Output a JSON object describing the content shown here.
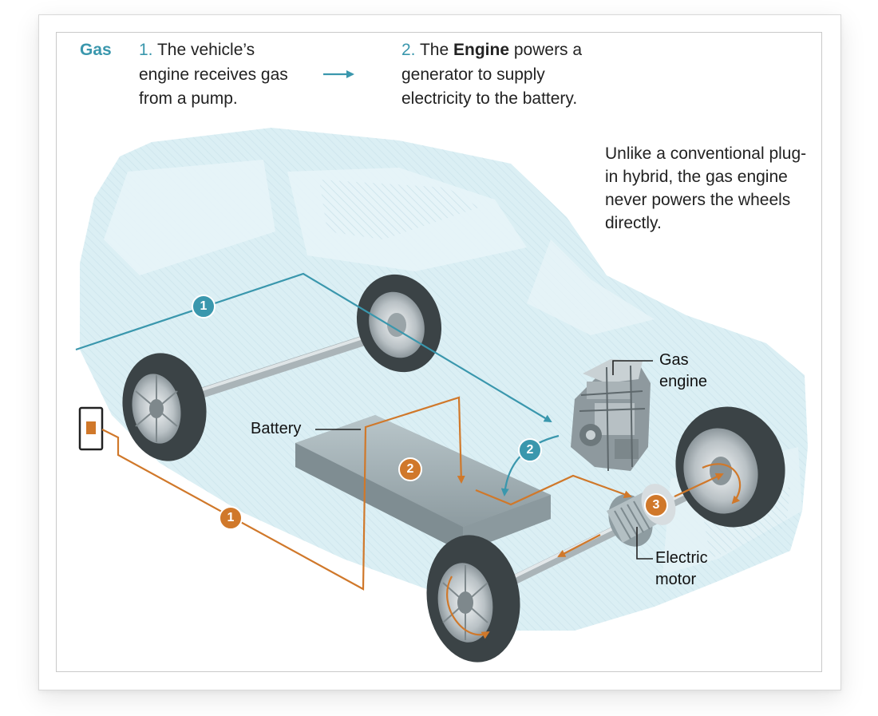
{
  "header": {
    "category": "Gas",
    "step1": {
      "number": "1.",
      "text": "The vehicle’s engine receives gas from a pump."
    },
    "step2": {
      "number": "2.",
      "text_pre": "The ",
      "text_bold": "Engine",
      "text_post": " powers a generator to supply electricity to the battery."
    }
  },
  "note": "Unlike a conventional plug-in hybrid, the gas engine never powers the wheels directly.",
  "labels": {
    "gas_engine": "Gas engine",
    "battery": "Battery",
    "electric_motor": "Electric motor"
  },
  "markers": {
    "teal_1": "1",
    "teal_2": "2",
    "orange_1": "1",
    "orange_2": "2",
    "orange_3": "3"
  },
  "colors": {
    "teal": "#3a97ad",
    "orange": "#d0782a",
    "car_body": "#d5ecf2",
    "tire": "#3b4346"
  }
}
